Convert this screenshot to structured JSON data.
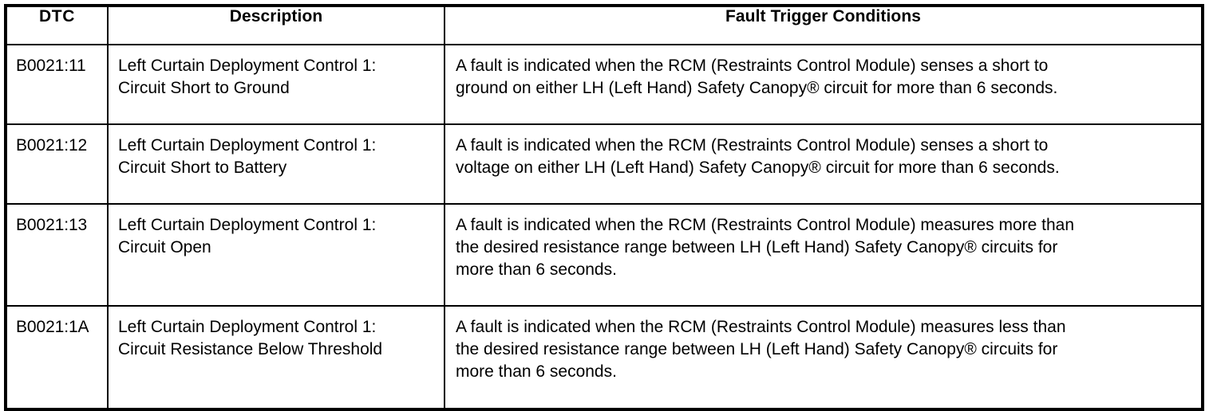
{
  "table": {
    "columns": [
      {
        "key": "dtc",
        "header": "DTC"
      },
      {
        "key": "description",
        "header": "Description"
      },
      {
        "key": "conditions",
        "header": "Fault Trigger Conditions"
      }
    ],
    "rows": [
      {
        "dtc": "B0021:11",
        "description_line1": "Left Curtain Deployment Control 1:",
        "description_line2": "Circuit Short to Ground",
        "conditions_line1": "A fault is indicated when the RCM (Restraints Control Module) senses a short to",
        "conditions_line2": "ground on either LH (Left Hand) Safety Canopy® circuit for more than 6 seconds.",
        "conditions_line3": ""
      },
      {
        "dtc": "B0021:12",
        "description_line1": "Left Curtain Deployment Control 1:",
        "description_line2": "Circuit Short to Battery",
        "conditions_line1": "A fault is indicated when the RCM (Restraints Control Module) senses a short to",
        "conditions_line2": "voltage on either LH (Left Hand) Safety Canopy® circuit for more than 6 seconds.",
        "conditions_line3": ""
      },
      {
        "dtc": "B0021:13",
        "description_line1": "Left Curtain Deployment Control 1:",
        "description_line2": "Circuit Open",
        "conditions_line1": "A fault is indicated when the RCM (Restraints Control Module) measures more than",
        "conditions_line2": "the desired resistance range between LH (Left Hand) Safety Canopy® circuits for",
        "conditions_line3": "more than 6 seconds."
      },
      {
        "dtc": "B0021:1A",
        "description_line1": "Left Curtain Deployment Control 1:",
        "description_line2": "Circuit Resistance Below Threshold",
        "conditions_line1": "A fault is indicated when the RCM (Restraints Control Module) measures less than",
        "conditions_line2": "the desired resistance range between LH (Left Hand) Safety Canopy® circuits for",
        "conditions_line3": "more than 6 seconds."
      }
    ]
  },
  "colors": {
    "border": "#000000",
    "text": "#000000",
    "background": "#ffffff"
  }
}
